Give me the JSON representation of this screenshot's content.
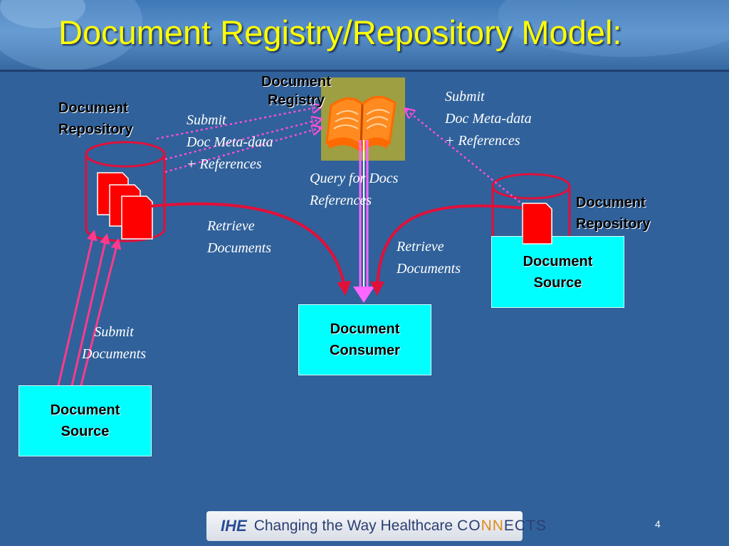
{
  "title": "Document Registry/Repository Model:",
  "registry": {
    "label_line1": "Document",
    "label_line2": "Registry"
  },
  "repository_left": {
    "label_line1": "Document",
    "label_line2": "Repository"
  },
  "repository_right": {
    "label_line1": "Document",
    "label_line2": "Repository"
  },
  "source_left": {
    "label_line1": "Document",
    "label_line2": "Source"
  },
  "source_right": {
    "label_line1": "Document",
    "label_line2": "Source"
  },
  "consumer": {
    "label_line1": "Document",
    "label_line2": "Consumer"
  },
  "notes": {
    "submit_meta_left": [
      "Submit",
      "Doc Meta-data",
      "+ References"
    ],
    "submit_meta_right": [
      "Submit",
      "Doc Meta-data",
      "+ References"
    ],
    "query": [
      "Query for Docs",
      "References"
    ],
    "retrieve_left": [
      "Retrieve",
      "Documents"
    ],
    "retrieve_right": [
      "Retrieve",
      "Documents"
    ],
    "submit_docs": [
      "Submit",
      "Documents"
    ]
  },
  "footer": {
    "logo": "IHE",
    "tagline": "Changing the Way Healthcare",
    "connects_co": "CO",
    "connects_nn": "NN",
    "connects_ects": "ECTS"
  },
  "page_number": "4",
  "colors": {
    "background": "#30619a",
    "title": "#ffff00",
    "box": "#00ffff",
    "document": "#ff0000",
    "arrow_red": "#e0103a",
    "arrow_pink": "#ff4fd8",
    "registry_book": "#ff6a00"
  }
}
